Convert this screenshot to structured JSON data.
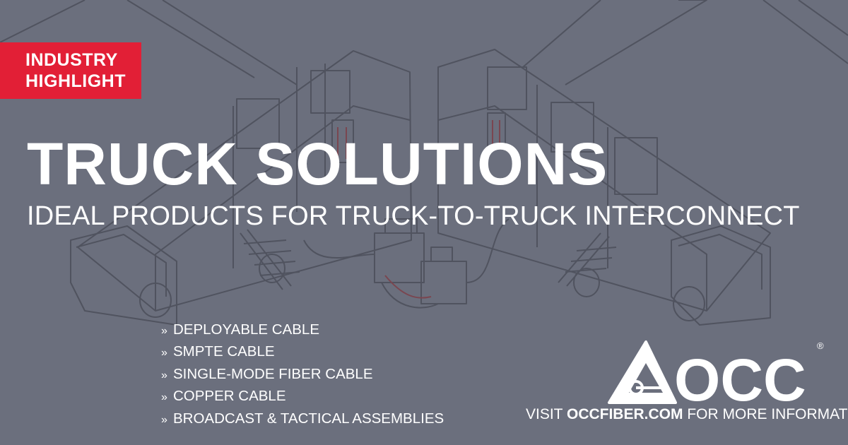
{
  "badge": {
    "line1": "INDUSTRY",
    "line2": "HIGHLIGHT"
  },
  "title": "TRUCK SOLUTIONS",
  "subtitle": "IDEAL PRODUCTS FOR TRUCK-TO-TRUCK INTERCONNECT",
  "products": [
    "DEPLOYABLE CABLE",
    "SMPTE CABLE",
    "SINGLE-MODE FIBER CABLE",
    "COPPER CABLE",
    "BROADCAST & TACTICAL ASSEMBLIES"
  ],
  "bullet_glyph": "»",
  "logo": {
    "text": "OCC",
    "registered": "®"
  },
  "footer": {
    "prefix": "VISIT",
    "site": "OCCFIBER.COM",
    "suffix": "FOR MORE INFORMATION"
  },
  "colors": {
    "background": "#6b6f7d",
    "badge": "#e21f36",
    "text": "#ffffff"
  },
  "icons": {
    "bullet": "double-chevron-icon",
    "logo": "occ-logo-icon"
  }
}
